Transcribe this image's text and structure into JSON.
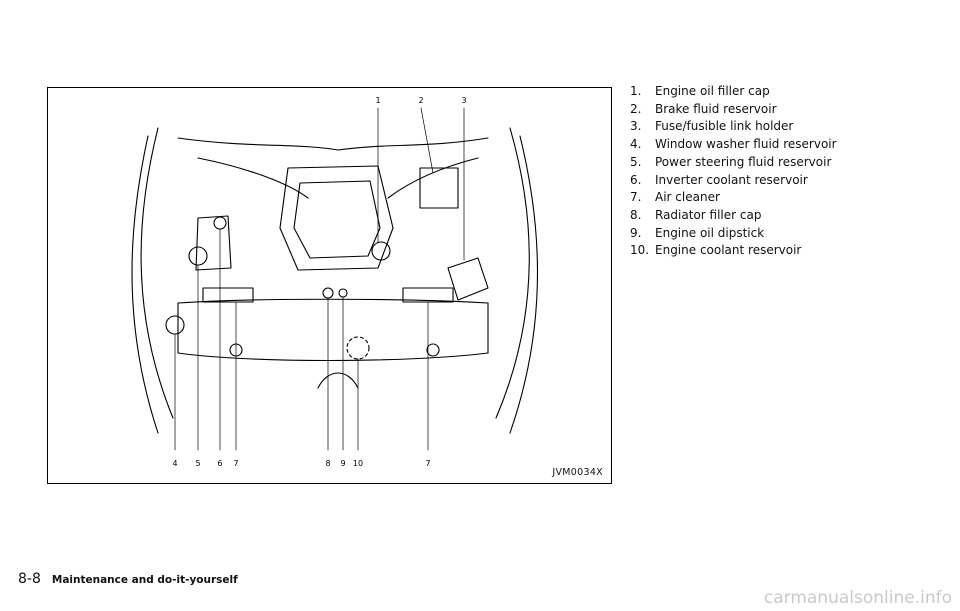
{
  "figure": {
    "code": "JVM0034X",
    "top_callouts": [
      "1",
      "2",
      "3"
    ],
    "bottom_callouts": [
      "4",
      "5",
      "6",
      "7",
      "8",
      "9",
      "10",
      "7"
    ]
  },
  "legend": [
    {
      "num": "1.",
      "text": "Engine oil filler cap"
    },
    {
      "num": "2.",
      "text": "Brake fluid reservoir"
    },
    {
      "num": "3.",
      "text": "Fuse/fusible link holder"
    },
    {
      "num": "4.",
      "text": "Window washer fluid reservoir"
    },
    {
      "num": "5.",
      "text": "Power steering fluid reservoir"
    },
    {
      "num": "6.",
      "text": "Inverter coolant reservoir"
    },
    {
      "num": "7.",
      "text": "Air cleaner"
    },
    {
      "num": "8.",
      "text": "Radiator filler cap"
    },
    {
      "num": "9.",
      "text": "Engine oil dipstick"
    },
    {
      "num": "10.",
      "text": "Engine coolant reservoir"
    }
  ],
  "footer": {
    "page_number": "8-8",
    "section_title": "Maintenance and do-it-yourself"
  },
  "watermark": "carmanualsonline.info"
}
